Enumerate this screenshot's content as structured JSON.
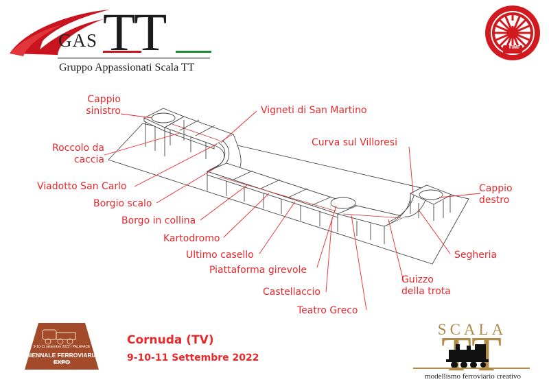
{
  "header": {
    "logo_gas": "GAS",
    "logo_tt": "TT",
    "logo_subtitle": "Gruppo Appassionati Scala TT",
    "badge_text": "FIMF"
  },
  "labels": [
    {
      "id": "cappio-sinistro",
      "lines": [
        "Cappio",
        "sinistro"
      ]
    },
    {
      "id": "roccolo",
      "lines": [
        "Roccolo da",
        "caccia"
      ]
    },
    {
      "id": "viadotto",
      "lines": [
        "Viadotto San Carlo"
      ]
    },
    {
      "id": "borgio-scalo",
      "lines": [
        "Borgio scalo"
      ]
    },
    {
      "id": "borgo-collina",
      "lines": [
        "Borgo in collina"
      ]
    },
    {
      "id": "kartodromo",
      "lines": [
        "Kartodromo"
      ]
    },
    {
      "id": "ultimo-casello",
      "lines": [
        "Ultimo casello"
      ]
    },
    {
      "id": "piattaforma",
      "lines": [
        "Piattaforma girevole"
      ]
    },
    {
      "id": "castellaccio",
      "lines": [
        "Castellaccio"
      ]
    },
    {
      "id": "teatro-greco",
      "lines": [
        "Teatro Greco"
      ]
    },
    {
      "id": "guizzo",
      "lines": [
        "Guizzo",
        "della trota"
      ]
    },
    {
      "id": "segheria",
      "lines": [
        "Segheria"
      ]
    },
    {
      "id": "cappio-destro",
      "lines": [
        "Cappio",
        "destro"
      ]
    },
    {
      "id": "curva-villoresi",
      "lines": [
        "Curva sul Villoresi"
      ]
    },
    {
      "id": "vigneti",
      "lines": [
        "Vigneti di San Martino"
      ]
    }
  ],
  "event": {
    "city": "Cornuda (TV)",
    "dates": "9-10-11 Settembre 2022"
  },
  "biennale_logo": {
    "title": "BIENNALE FERROVIARIA EXPO",
    "date_line": "9-10-11 settembre 2022 | PALAFACE",
    "place_line": "CORNUDA"
  },
  "scala_logo": {
    "word": "SCALA",
    "letters": "TT",
    "subtitle": "modellismo ferroviario creativo"
  },
  "colors": {
    "accent_red": "#e8282b",
    "brand_red": "#c8141e",
    "brand_gold": "#b08c4a",
    "biennale_brown": "#a24a2a",
    "line_gray": "#444444"
  }
}
